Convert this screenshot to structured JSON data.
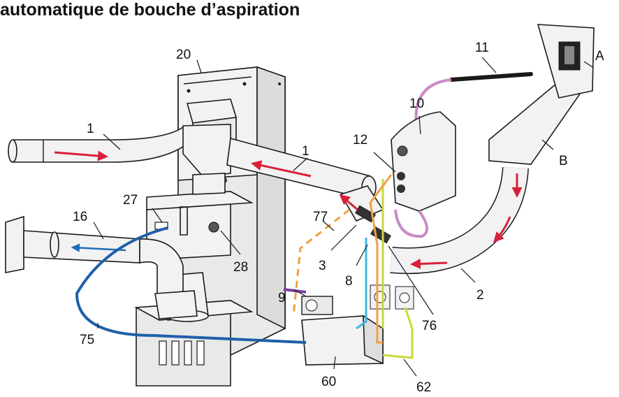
{
  "title": "automatique de bouche d’aspiration",
  "labels": {
    "A": "A",
    "B": "B",
    "n1a": "1",
    "n1b": "1",
    "n2": "2",
    "n3": "3",
    "n8": "8",
    "n9": "9",
    "n10": "10",
    "n11": "11",
    "n12": "12",
    "n16": "16",
    "n20": "20",
    "n27": "27",
    "n28": "28",
    "n60": "60",
    "n62": "62",
    "n75": "75",
    "n76": "76",
    "n77": "77"
  },
  "colors": {
    "flow_in_arrow": "#d8203a",
    "flow_out_arrow": "#1f6fb5",
    "cable_75": "#1f5fa8",
    "cable_8": "#3cb6e3",
    "cable_62": "#c9d93a",
    "cable_orange": "#f0a040",
    "cable_77": "#f0a040",
    "cable_9": "#7a3fa0",
    "handpiece_cable": "#c98bc6"
  }
}
